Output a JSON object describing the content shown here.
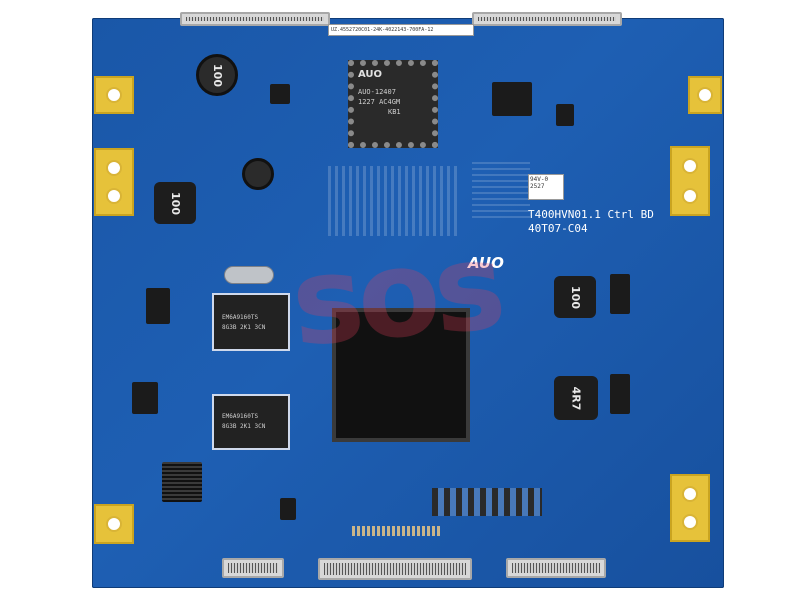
{
  "board": {
    "model_line1": "T400HVN01.1 Ctrl BD",
    "model_line2": "40T07-C04",
    "brand_logo": "AUO",
    "barcode_label": "UZ.4552720C01-24K-4022143-700FA-12",
    "sticker_lines": [
      "94V-0",
      "2527"
    ]
  },
  "main_chip": {
    "brand": "AUO",
    "line1": "AUO-12407",
    "line2": "1227  AC4GM",
    "line3": "KB1"
  },
  "inductors": {
    "top_left": "100",
    "mid_left": "100",
    "right_upper": "100",
    "right_lower": "4R7"
  },
  "memory_chips": [
    {
      "line1": "EM6A9160TS",
      "line2": "8G3B 2K1 3CN"
    },
    {
      "line1": "EM6A9160TS",
      "line2": "8G3B 2K1 3CN"
    }
  ],
  "colors": {
    "pcb": "#1e5fb3",
    "pad": "#e6c23a",
    "watermark": "#e63c5a"
  },
  "watermark_text": "sos"
}
